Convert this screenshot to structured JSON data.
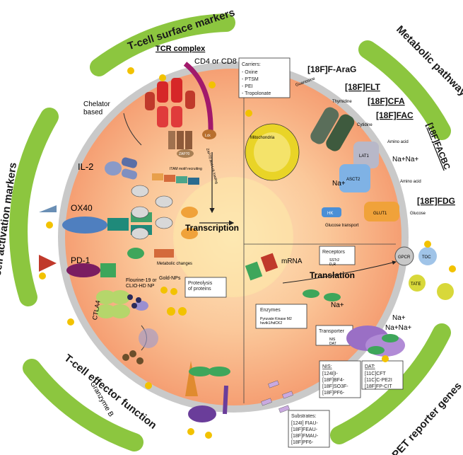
{
  "categories": {
    "surface_markers": "T-cell surface markers",
    "metabolic": "Metabolic pathways",
    "activation": "T-cell activation markers",
    "effector": "T-cell effector function",
    "reporter": "PET reporter genes"
  },
  "receptors_left": {
    "tcr_complex": "TCR complex",
    "cd4_cd8": "CD4 or CD8",
    "chelator": "Chelator\nbased",
    "il2": "IL-2",
    "ox40": "OX40",
    "pd1": "PD-1",
    "ctla4": "CTLA4",
    "granzyme": "Granzyme B",
    "zap70_note": "ZAP70 and Lck loading",
    "itam_note": "ITAM motif recruiting",
    "lck": "Lck",
    "zap70": "ZAP70"
  },
  "signaling": {
    "transcription": "Transcription",
    "metabolic_changes": "Metabolic changes",
    "fluorine_np": "Flourine-19 or\nCLIO-HD NP",
    "gold_nps": "Gold-NPs",
    "proteolysis": "Proteolysis\nof proteins"
  },
  "carriers": {
    "title": "Carriers:",
    "items": [
      "- Oxine",
      "- PTSM",
      "- PEI",
      "- Tropolonate"
    ]
  },
  "tracers": {
    "arag": "[18F]F-AraG",
    "flt": "[18F]FLT",
    "cfa": "[18F]CFA",
    "fac": "[18F]FAC",
    "facbc": "[18F]FACBC",
    "fdg": "[18F]FDG"
  },
  "metabolic_labels": {
    "guanosine": "Guanosine",
    "thymidine": "Thymidine",
    "cytidine": "Cytidine",
    "amino_acid_1": "Amino acid",
    "amino_acid_2": "Amino acid",
    "glucose": "Glucose",
    "glucose_transport": "Glucose transport",
    "lat1": "LAT1",
    "asct2": "ASCT2",
    "glut1": "GLUT1",
    "hk": "HK",
    "mitochondria": "Mitochondria",
    "na_plus": "Na+",
    "na_plus_2": "Na+Na+"
  },
  "reporter": {
    "mrna": "mRNA",
    "translation": "Translation",
    "receptors_title": "Receptors",
    "receptors_items": "SSTr2\nD₂R",
    "gpcr": "GPCR",
    "toc": "TOC",
    "tate": "TATE",
    "enzymes_title": "Enzymes",
    "enzymes_items": "Pyruvate Kinase M2\nhsvtk1/hdCK2",
    "transporter_title": "Transporter",
    "transporter_items": "NIS\nDAT",
    "nis_title": "NIS:",
    "nis_items": [
      "[124I]I-",
      "[18F]BF4-",
      "[18F]SO3F-",
      "[18F]PF6-"
    ],
    "dat_title": "DAT:",
    "dat_items": [
      "[11C]CFT",
      "[11C]C-PE2I",
      "[18F]FP-CIT"
    ],
    "substrates_title": "Substrates:",
    "substrates_items": [
      "[124I] FIAU-",
      "[18F]FEAU-",
      "[18F]FMAU-",
      "[18F]PF6-"
    ],
    "na_right": "Na+",
    "na_right_2": "Na+Na+",
    "na_mid": "Na+"
  },
  "colors": {
    "arc_green": "#8cc63f",
    "cell_center": "#fde2b8",
    "cell_edge": "#f6a978",
    "membrane": "#c9c9c9"
  }
}
